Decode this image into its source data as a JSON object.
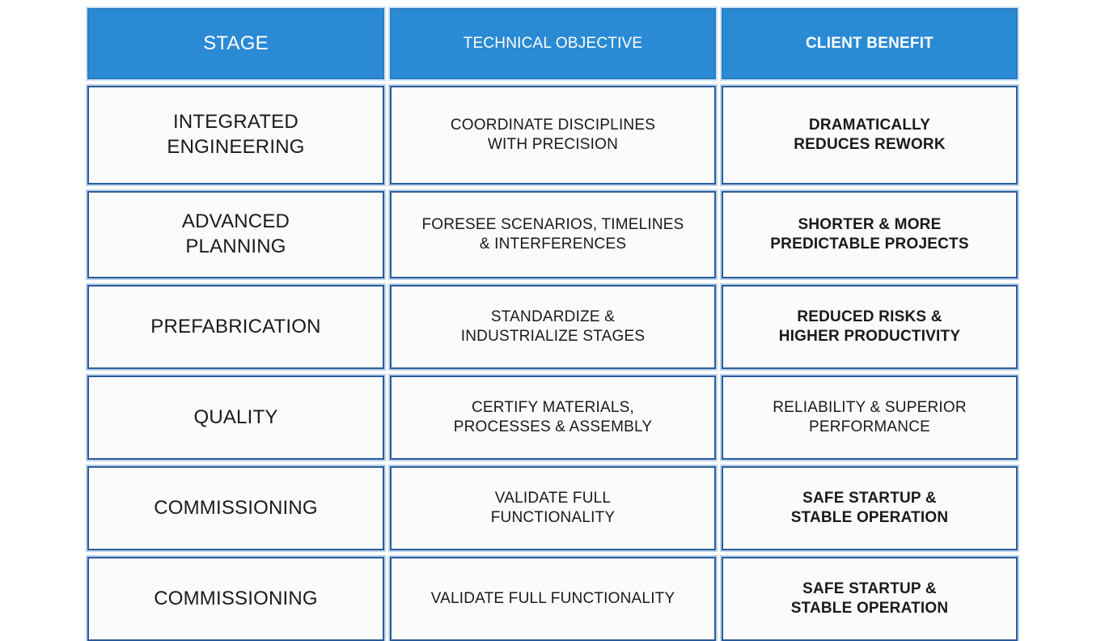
{
  "table": {
    "columns": [
      {
        "key": "stage",
        "header": "STAGE"
      },
      {
        "key": "objective",
        "header": "TECHNICAL OBJECTIVE"
      },
      {
        "key": "benefit",
        "header": "CLIENT BENEFIT"
      }
    ],
    "rows": [
      {
        "stage": "INTEGRATED\nENGINEERING",
        "objective": "COORDINATE DISCIPLINES\nWITH PRECISION",
        "benefit": "DRAMATICALLY\nREDUCES REWORK",
        "benefit_bold": true
      },
      {
        "stage": "ADVANCED\nPLANNING",
        "objective": "FORESEE SCENARIOS, TIMELINES\n& INTERFERENCES",
        "benefit": "SHORTER & MORE\nPREDICTABLE PROJECTS",
        "benefit_bold": true
      },
      {
        "stage": "PREFABRICATION",
        "objective": "STANDARDIZE &\nINDUSTRIALIZE STAGES",
        "benefit": "REDUCED RISKS &\nHIGHER PRODUCTIVITY",
        "benefit_bold": true
      },
      {
        "stage": "QUALITY",
        "objective": "CERTIFY MATERIALS,\nPROCESSES & ASSEMBLY",
        "benefit": "RELIABILITY & SUPERIOR\nPERFORMANCE",
        "benefit_bold": false
      },
      {
        "stage": "COMMISSIONING",
        "objective": "VALIDATE FULL\nFUNCTIONALITY",
        "benefit": "SAFE STARTUP &\nSTABLE OPERATION",
        "benefit_bold": true
      },
      {
        "stage": "COMMISSIONING",
        "objective": "VALIDATE FULL FUNCTIONALITY",
        "benefit": "SAFE STARTUP &\nSTABLE OPERATION",
        "benefit_bold": true
      }
    ]
  },
  "colors": {
    "header_fill": "#2B8AD4",
    "header_text": "#FFFFFF",
    "cell_border": "#2B5C99",
    "cell_border_outer": "#BDD3EA",
    "cell_fill": "#FBFBFB",
    "body_text": "#1A1A1A",
    "page_background": "#FFFFFF"
  }
}
